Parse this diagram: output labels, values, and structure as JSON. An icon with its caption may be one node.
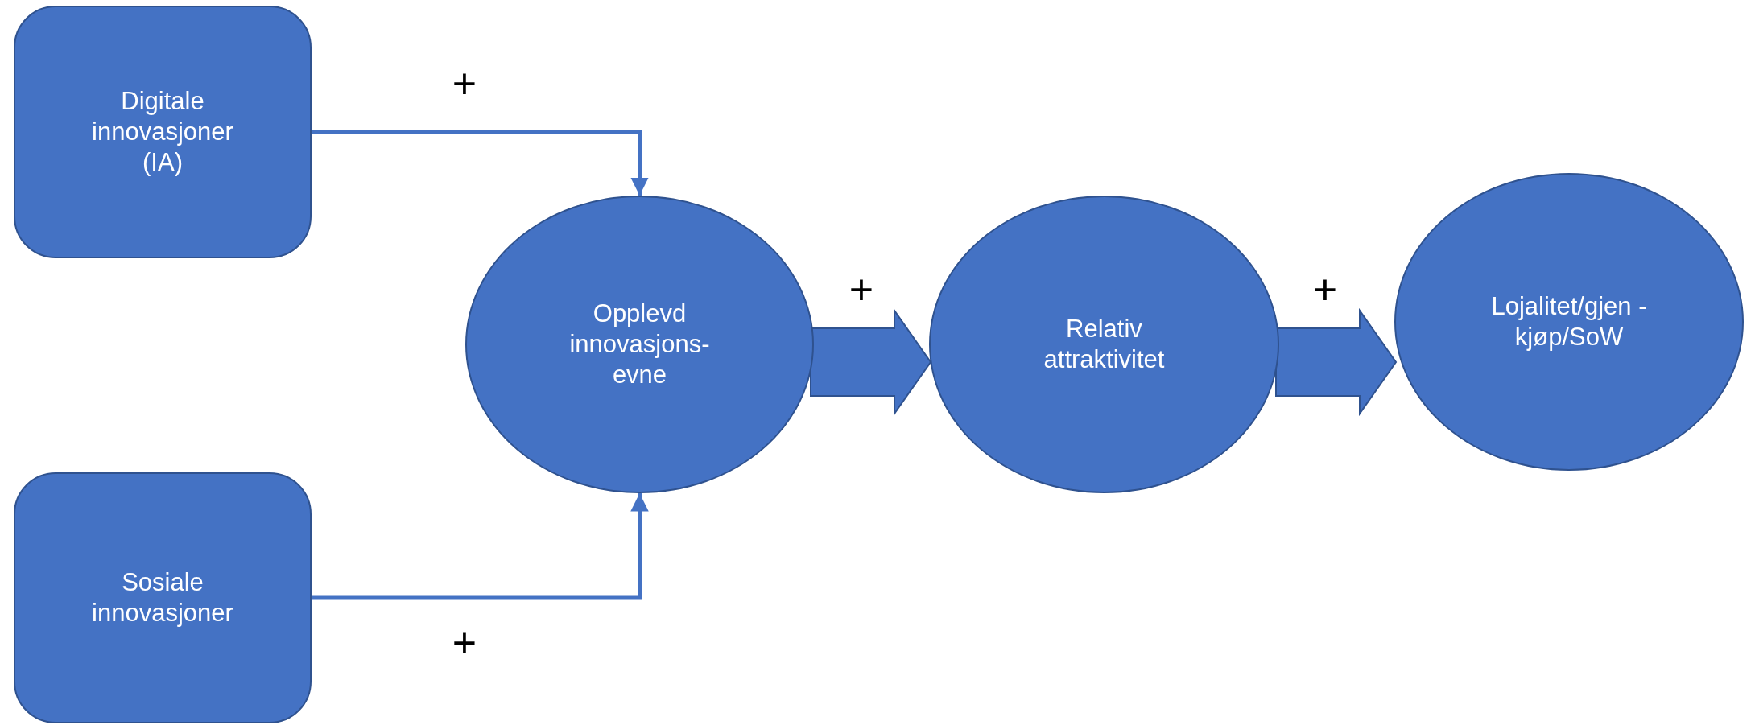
{
  "diagram": {
    "nodes": [
      {
        "text": [
          "Digitale innovasjoner (IA)"
        ]
      },
      {
        "text": [
          "Sosiale innovasjoner"
        ]
      },
      {
        "text": [
          "Opplevd innovasjons- evne"
        ]
      },
      {
        "text": [
          "Relativ attraktivitet"
        ]
      },
      {
        "text": [
          "Lojalitet/gjen -kjøp/SoW"
        ]
      }
    ],
    "edges": [
      {
        "from": 0,
        "to": 2,
        "arrow": "to"
      },
      {
        "from": 1,
        "to": 2,
        "arrow": "to"
      },
      {
        "from": 2,
        "to": 3,
        "arrow": "to",
        "style": "thick"
      },
      {
        "from": 3,
        "to": 4,
        "arrow": "to",
        "style": "thick"
      }
    ],
    "labels": [
      "+",
      "+",
      "+",
      "+"
    ]
  }
}
